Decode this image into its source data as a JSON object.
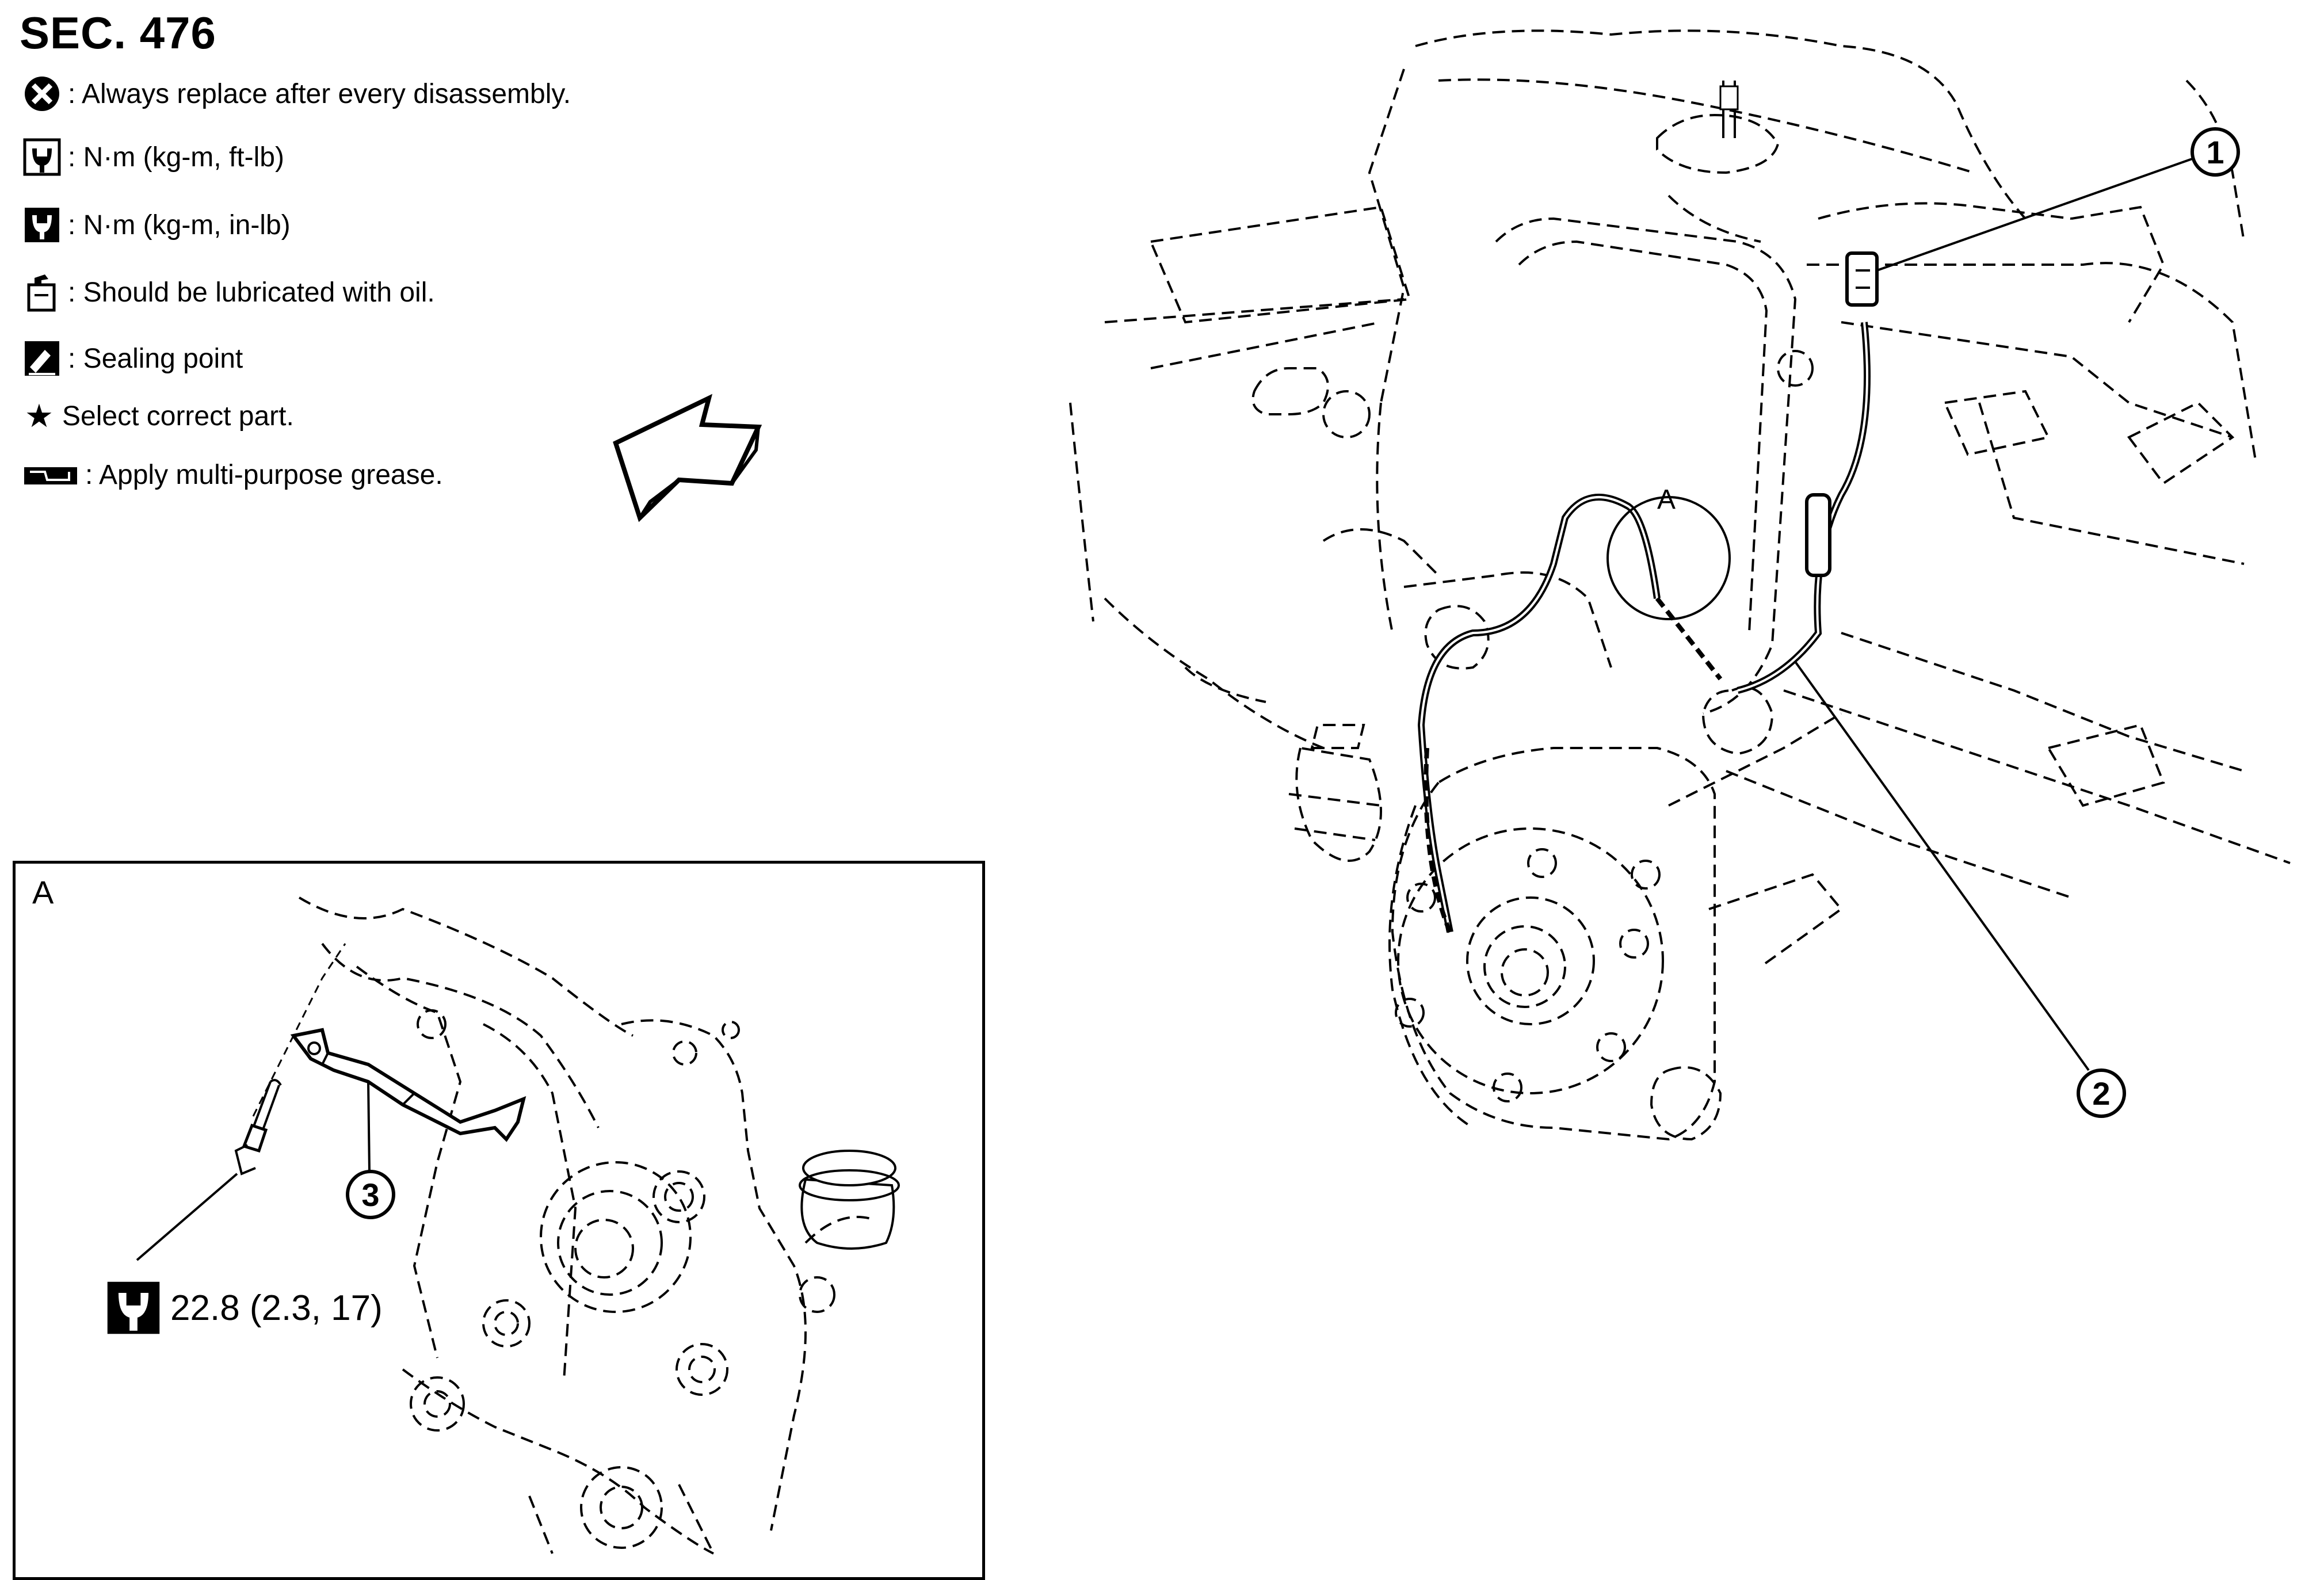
{
  "section": "SEC. 476",
  "legend": [
    {
      "icon": "replace-icon",
      "text": ": Always replace after every disassembly."
    },
    {
      "icon": "torque-ft-lb-icon",
      "text": ": N·m (kg-m, ft-lb)"
    },
    {
      "icon": "torque-in-lb-icon",
      "text": ": N·m (kg-m, in-lb)"
    },
    {
      "icon": "oil-can-icon",
      "text": ": Should be lubricated with oil."
    },
    {
      "icon": "sealing-icon",
      "text": ": Sealing point"
    },
    {
      "icon": "star-icon",
      "text": "Select correct part."
    },
    {
      "icon": "grease-icon",
      "text": ": Apply multi-purpose grease."
    }
  ],
  "star_symbol": "★",
  "callouts": {
    "c1": "1",
    "c2": "2",
    "c3": "3"
  },
  "detail_marker": "A",
  "inset": {
    "label": "A",
    "torque": "22.8 (2.3, 17)"
  }
}
